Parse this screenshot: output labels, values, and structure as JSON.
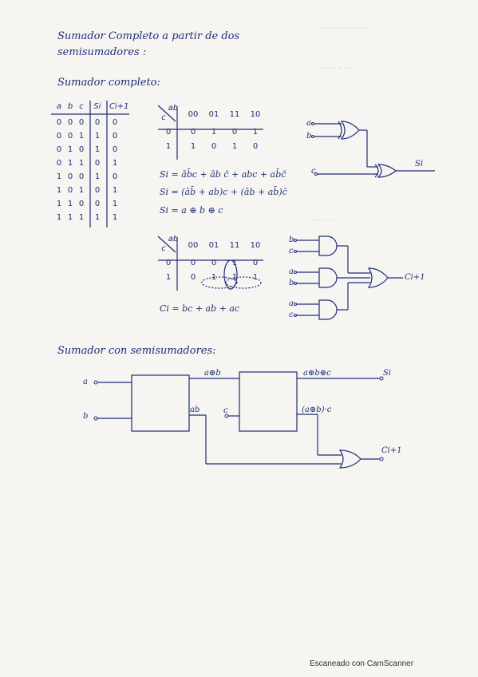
{
  "titles": {
    "main": "Sumador Completo a partir de dos",
    "main2": "semisumadores :",
    "section1": "Sumador completo:",
    "section2": "Sumador con semisumadores:"
  },
  "truth_table": {
    "headers": [
      "a",
      "b",
      "c",
      "Si",
      "Ci+1"
    ],
    "rows": [
      [
        "0",
        "0",
        "0",
        "0",
        "0"
      ],
      [
        "0",
        "0",
        "1",
        "1",
        "0"
      ],
      [
        "0",
        "1",
        "0",
        "1",
        "0"
      ],
      [
        "0",
        "1",
        "1",
        "0",
        "1"
      ],
      [
        "1",
        "0",
        "0",
        "1",
        "0"
      ],
      [
        "1",
        "0",
        "1",
        "0",
        "1"
      ],
      [
        "1",
        "1",
        "0",
        "0",
        "1"
      ],
      [
        "1",
        "1",
        "1",
        "1",
        "1"
      ]
    ]
  },
  "kmap_si": {
    "row_var": "c",
    "col_var": "ab",
    "cols": [
      "00",
      "01",
      "11",
      "10"
    ],
    "rows": [
      {
        "label": "0",
        "vals": [
          "0",
          "1",
          "0",
          "1"
        ]
      },
      {
        "label": "1",
        "vals": [
          "1",
          "0",
          "1",
          "0"
        ]
      }
    ]
  },
  "kmap_ci": {
    "row_var": "c",
    "col_var": "ab",
    "cols": [
      "00",
      "01",
      "11",
      "10"
    ],
    "rows": [
      {
        "label": "0",
        "vals": [
          "0",
          "0",
          "1",
          "0"
        ]
      },
      {
        "label": "1",
        "vals": [
          "0",
          "1",
          "1",
          "1"
        ]
      }
    ]
  },
  "equations": {
    "si1": "Si = āb̄c + āb c̄ + abc + ab̄c̄",
    "si2": "Si = (āb̄ + ab)c + (āb + ab̄)c̄",
    "si3": "Si = a ⊕ b ⊕ c",
    "ci": "Ci = bc + ab + ac"
  },
  "circuit_si": {
    "in_a": "a",
    "in_b": "b",
    "in_c": "c",
    "out": "Si"
  },
  "circuit_ci": {
    "in1": "b",
    "in2": "c",
    "in3": "a",
    "in4": "b",
    "in5": "a",
    "in6": "c",
    "out": "Ci+1"
  },
  "block_diagram": {
    "in_a": "a",
    "in_b": "b",
    "in_c": "c",
    "ha1_sum": "a⊕b",
    "ha1_carry": "ab",
    "ha2_sum": "a⊕b⊕c",
    "ha2_carry": "(a⊕b)·c",
    "out_sum": "Si",
    "out_carry": "Ci+1"
  },
  "footer": "Escaneado con CamScanner"
}
